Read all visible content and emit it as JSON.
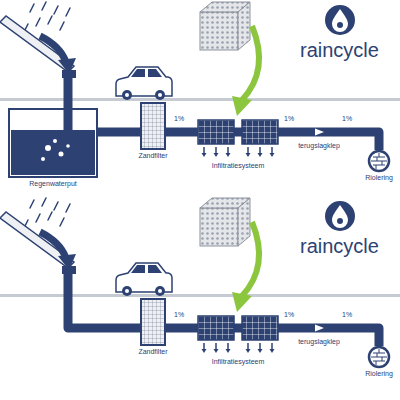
{
  "diagram": {
    "nodes": [
      {
        "text": [
          "Regenwaterput"
        ]
      },
      {
        "text": [
          "Zandfilter"
        ]
      },
      {
        "text": [
          "Infiltratiesysteem"
        ]
      },
      {
        "text": [
          "terugslagklep"
        ]
      },
      {
        "text": [
          "Riolering"
        ]
      },
      {
        "text": [
          "Zandfilter"
        ]
      },
      {
        "text": [
          "Infiltratiesysteem"
        ]
      },
      {
        "text": [
          "terugslagklep"
        ]
      },
      {
        "text": [
          "Riolering"
        ]
      }
    ],
    "edges": [
      {
        "from": 0,
        "to": 1,
        "arrow": "none"
      },
      {
        "from": 1,
        "to": 2,
        "arrow": "none"
      },
      {
        "from": 2,
        "to": 3,
        "arrow": "none"
      },
      {
        "from": 3,
        "to": 4,
        "arrow": "none"
      },
      {
        "from": 5,
        "to": 6,
        "arrow": "none"
      },
      {
        "from": 6,
        "to": 7,
        "arrow": "none"
      },
      {
        "from": 7,
        "to": 8,
        "arrow": "none"
      }
    ],
    "labels": [
      "raincycle",
      "1%",
      "1%",
      "1%",
      "raincycle",
      "1%",
      "1%",
      "1%"
    ]
  }
}
